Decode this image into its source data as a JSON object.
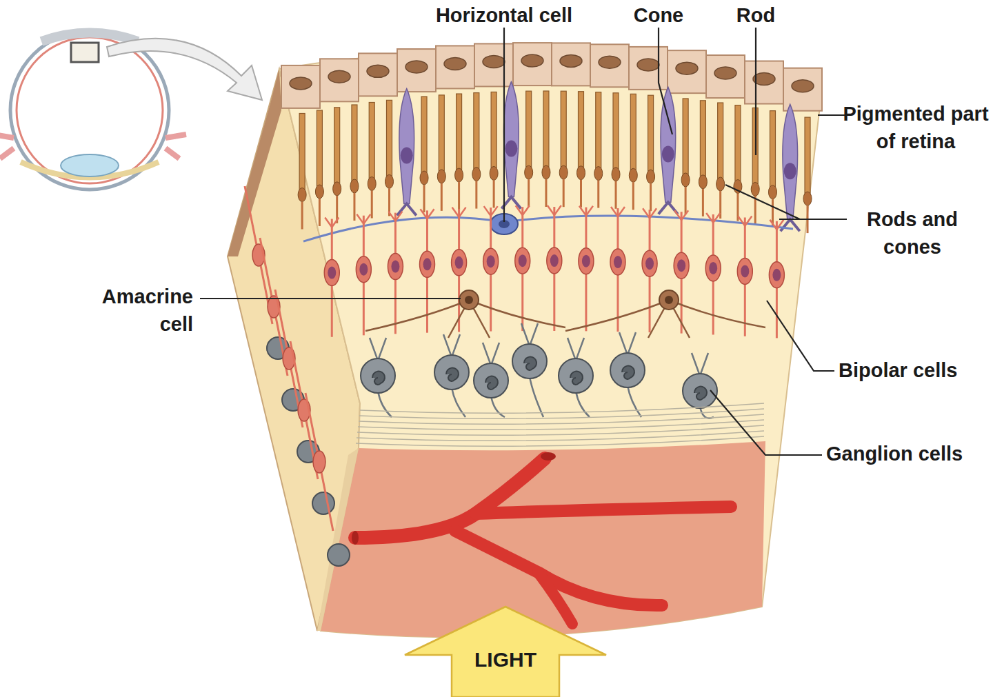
{
  "diagram": {
    "nodes": [
      {
        "text": [
          "LIGHT"
        ]
      }
    ],
    "edges": [],
    "labels": [
      "Horizontal cell",
      "Cone",
      "Rod",
      "Pigmented part of retina",
      "Rods and cones",
      "Amacrine cell",
      "Bipolar cells",
      "Ganglion cells"
    ]
  }
}
